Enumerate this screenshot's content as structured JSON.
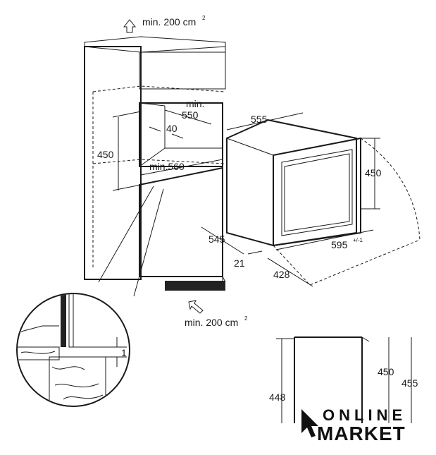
{
  "labels": {
    "vent_top": "min. 200 cm",
    "vent_top_sup": "2",
    "vent_bottom": "min. 200 cm",
    "vent_bottom_sup": "2",
    "niche_depth_min": "min.",
    "niche_depth_val": "550",
    "gap_40": "40",
    "niche_height": "450",
    "niche_width": "min.560",
    "oven_depth": "555",
    "oven_height": "450",
    "oven_side_depth": "545",
    "oven_front_offset": "21",
    "oven_width": "595",
    "oven_width_tol": "+/-1",
    "oven_door_depth": "428",
    "detail_gap": "1",
    "side_h_448": "448",
    "side_h_450": "450",
    "side_h_455": "455"
  },
  "logo": {
    "line1": "ONLINE",
    "line2": "MARKET"
  }
}
